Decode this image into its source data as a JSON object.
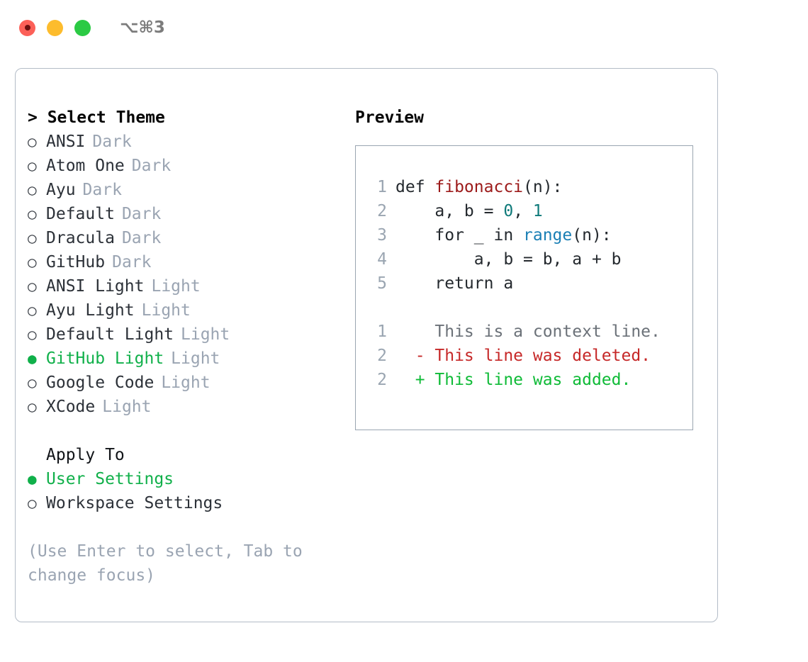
{
  "titlebar": {
    "shortcut": "⌥⌘3",
    "lights": [
      "close-red",
      "minimize-yellow",
      "maximize-green"
    ]
  },
  "theme_picker": {
    "header": "> Select Theme",
    "bullet_selected": "●",
    "bullet_unselected": "○",
    "items": [
      {
        "name": "ANSI",
        "tag": "Dark",
        "selected": false
      },
      {
        "name": "Atom One",
        "tag": "Dark",
        "selected": false
      },
      {
        "name": "Ayu",
        "tag": "Dark",
        "selected": false
      },
      {
        "name": "Default",
        "tag": "Dark",
        "selected": false
      },
      {
        "name": "Dracula",
        "tag": "Dark",
        "selected": false
      },
      {
        "name": "GitHub",
        "tag": "Dark",
        "selected": false
      },
      {
        "name": "ANSI Light",
        "tag": "Light",
        "selected": false
      },
      {
        "name": "Ayu Light",
        "tag": "Light",
        "selected": false
      },
      {
        "name": "Default Light",
        "tag": "Light",
        "selected": false
      },
      {
        "name": "GitHub Light",
        "tag": "Light",
        "selected": true
      },
      {
        "name": "Google Code",
        "tag": "Light",
        "selected": false
      },
      {
        "name": "XCode",
        "tag": "Light",
        "selected": false
      }
    ]
  },
  "apply_to": {
    "header": "Apply To",
    "options": [
      {
        "label": "User Settings",
        "selected": true
      },
      {
        "label": "Workspace Settings",
        "selected": false
      }
    ]
  },
  "hint": "(Use Enter to select, Tab to change focus)",
  "preview": {
    "title": "Preview",
    "code_lines": [
      {
        "num": "1",
        "tokens": [
          {
            "t": "def ",
            "c": "plain"
          },
          {
            "t": "fibonacci",
            "c": "func"
          },
          {
            "t": "(n):",
            "c": "plain"
          }
        ]
      },
      {
        "num": "2",
        "tokens": [
          {
            "t": "    a, b = ",
            "c": "plain"
          },
          {
            "t": "0",
            "c": "num"
          },
          {
            "t": ", ",
            "c": "plain"
          },
          {
            "t": "1",
            "c": "num"
          }
        ]
      },
      {
        "num": "3",
        "tokens": [
          {
            "t": "    for _ in ",
            "c": "plain"
          },
          {
            "t": "range",
            "c": "call"
          },
          {
            "t": "(n):",
            "c": "plain"
          }
        ]
      },
      {
        "num": "4",
        "tokens": [
          {
            "t": "        a, b = b, a + b",
            "c": "plain"
          }
        ]
      },
      {
        "num": "5",
        "tokens": [
          {
            "t": "    return a",
            "c": "plain"
          }
        ]
      }
    ],
    "diff_lines": [
      {
        "num": "1",
        "marker": "  ",
        "text": "This is a context line.",
        "kind": "ctx"
      },
      {
        "num": "2",
        "marker": "- ",
        "text": "This line was deleted.",
        "kind": "del"
      },
      {
        "num": "2",
        "marker": "+ ",
        "text": "This line was added.",
        "kind": "add"
      }
    ]
  },
  "colors": {
    "accent_green": "#10b04a",
    "muted": "#9aa4b2",
    "border": "#b3bcc7",
    "preview_border": "#9aa5b1",
    "code_function": "#9c1a1a",
    "code_number": "#0f7a7a",
    "code_call": "#1a7fb5",
    "diff_delete": "#c62828",
    "diff_add": "#0fbb37"
  }
}
